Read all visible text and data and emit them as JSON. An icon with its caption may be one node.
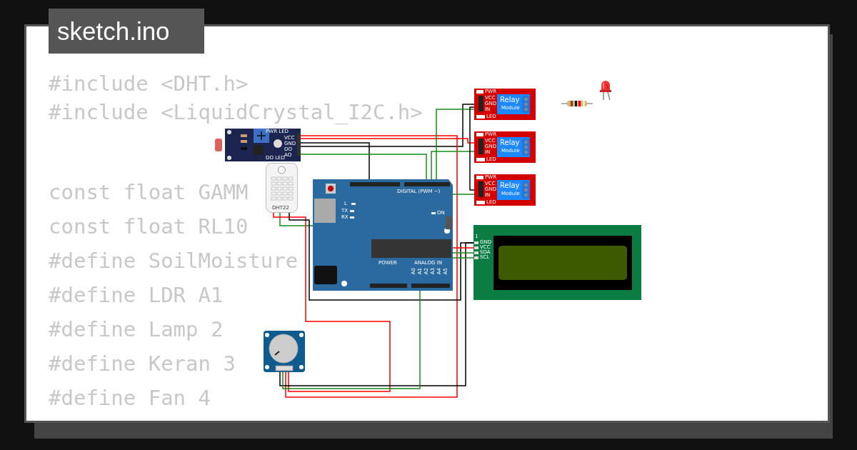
{
  "diagram": {
    "title": "sketch.ino",
    "nodes": [
      {
        "text": [
          "PWR LED",
          "DO LED",
          "VCC",
          "GND",
          "DO",
          "AO"
        ]
      },
      {
        "text": [
          "DHT22"
        ]
      },
      {
        "text": [
          "DIGITAL (PWM ~)",
          "L",
          "TX",
          "RX",
          "ON",
          "POWER",
          "ANALOG IN",
          "A0",
          "A1",
          "A2",
          "A3",
          "A4",
          "A5"
        ]
      },
      {
        "text": [
          "PWR",
          "VCC",
          "GND",
          "IN",
          "LED",
          "Relay",
          "Module"
        ]
      },
      {
        "text": [
          "PWR",
          "VCC",
          "GND",
          "IN",
          "LED",
          "Relay",
          "Module"
        ]
      },
      {
        "text": [
          "PWR",
          "VCC",
          "GND",
          "IN",
          "LED",
          "Relay",
          "Module"
        ]
      },
      {
        "text": [
          "1",
          "GND",
          "VCC",
          "SDA",
          "SCL"
        ]
      },
      {
        "text": [],
        "shape": "picture"
      },
      {
        "text": [],
        "shape": "picture"
      },
      {
        "text": [],
        "shape": "picture"
      }
    ],
    "edges": [
      {
        "from": 0,
        "to": 3,
        "arrow": "none",
        "color": "#000000"
      },
      {
        "from": 0,
        "to": 4,
        "arrow": "none",
        "color": "#ff0000"
      },
      {
        "from": 0,
        "to": 2,
        "arrow": "none",
        "color": "#000000"
      },
      {
        "from": 0,
        "to": 7,
        "arrow": "none",
        "color": "#ff0000"
      },
      {
        "from": 0,
        "to": 2,
        "arrow": "none"
      },
      {
        "from": 3,
        "to": 2,
        "arrow": "none"
      },
      {
        "from": 4,
        "to": 2,
        "arrow": "none"
      },
      {
        "from": 5,
        "to": 2,
        "arrow": "none"
      },
      {
        "from": 3,
        "to": 5,
        "arrow": "none",
        "color": "#000000"
      },
      {
        "from": 1,
        "to": 2,
        "arrow": "none"
      },
      {
        "from": 1,
        "to": 7,
        "arrow": "none",
        "color": "#ff0000"
      },
      {
        "from": 1,
        "to": 6,
        "arrow": "none",
        "color": "#000000"
      },
      {
        "from": 7,
        "to": 6,
        "arrow": "none",
        "color": "#000000"
      },
      {
        "from": 7,
        "to": 2,
        "arrow": "none"
      },
      {
        "from": 2,
        "to": 6,
        "arrow": "none",
        "color": "#ff0000"
      },
      {
        "from": 2,
        "to": 6,
        "arrow": "none"
      },
      {
        "from": 2,
        "to": 6,
        "arrow": "none"
      }
    ],
    "labels": [
      "#include <DHT.h>",
      "#include <LiquidCrystal_I2C.h>",
      "const float GAMM",
      "const float RL10",
      "#define SoilMoisture",
      "#define LDR A1",
      "#define Lamp 2",
      "#define Keran 3",
      "#define Fan 4"
    ]
  }
}
